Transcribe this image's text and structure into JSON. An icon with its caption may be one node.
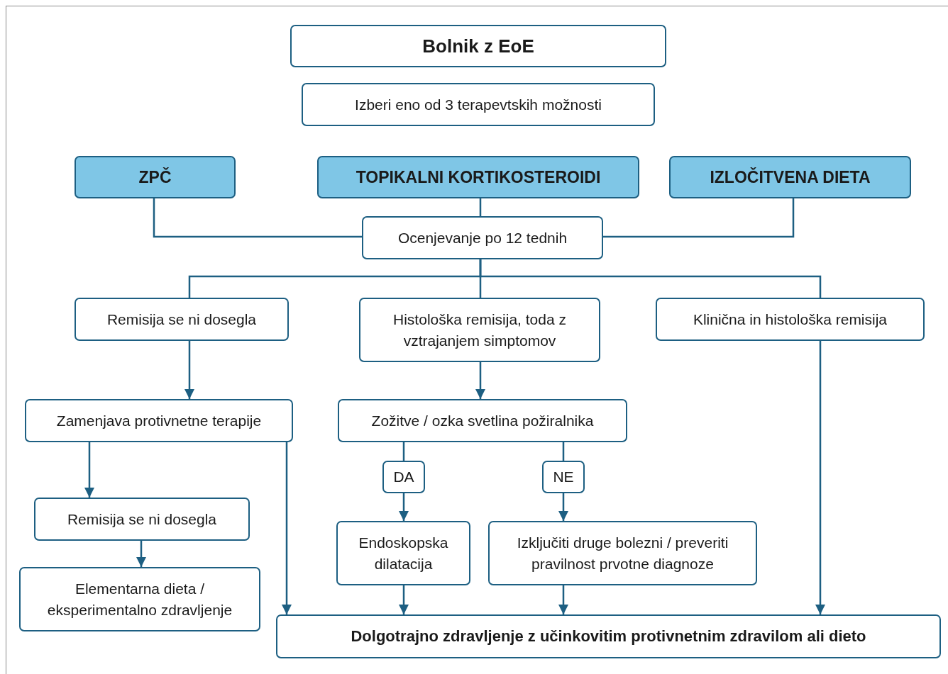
{
  "diagram": {
    "nodes": [
      {
        "text": [
          "Bolnik z EoE"
        ]
      },
      {
        "text": [
          "Izberi eno od 3 terapevtskih možnosti"
        ]
      },
      {
        "text": [
          "ZPČ"
        ]
      },
      {
        "text": [
          "TOPIKALNI KORTIKOSTEROIDI"
        ]
      },
      {
        "text": [
          "IZLOČITVENA DIETA"
        ]
      },
      {
        "text": [
          "Ocenjevanje po 12 tednih"
        ]
      },
      {
        "text": [
          "Remisija se ni dosegla"
        ]
      },
      {
        "text": [
          "Histološka remisija, toda z vztrajanjem simptomov"
        ]
      },
      {
        "text": [
          "Klinična in histološka remisija"
        ]
      },
      {
        "text": [
          "Zamenjava protivnetne terapije"
        ]
      },
      {
        "text": [
          "Zožitve / ozka svetlina požiralnika"
        ]
      },
      {
        "text": [
          "DA"
        ]
      },
      {
        "text": [
          "NE"
        ]
      },
      {
        "text": [
          "Remisija se ni dosegla"
        ]
      },
      {
        "text": [
          "Endoskopska dilatacija"
        ]
      },
      {
        "text": [
          "Izključiti druge bolezni / preveriti pravilnost prvotne diagnoze"
        ]
      },
      {
        "text": [
          "Elementarna dieta / eksperimentalno zdravljenje"
        ]
      },
      {
        "text": [
          "Dolgotrajno zdravljenje z učinkovitim protivnetnim zdravilom ali dieto"
        ]
      }
    ],
    "edges": [
      {
        "from": 2,
        "to": 5,
        "arrow": "none"
      },
      {
        "from": 3,
        "to": 5,
        "arrow": "none"
      },
      {
        "from": 4,
        "to": 5,
        "arrow": "none"
      },
      {
        "from": 5,
        "to": 6,
        "arrow": "none"
      },
      {
        "from": 5,
        "to": 7,
        "arrow": "none"
      },
      {
        "from": 5,
        "to": 8,
        "arrow": "none"
      },
      {
        "from": 6,
        "to": 9,
        "arrow": "to"
      },
      {
        "from": 7,
        "to": 10,
        "arrow": "to"
      },
      {
        "from": 8,
        "to": 17,
        "arrow": "to"
      },
      {
        "from": 9,
        "to": 13,
        "arrow": "to"
      },
      {
        "from": 9,
        "to": 17,
        "arrow": "to"
      },
      {
        "from": 13,
        "to": 16,
        "arrow": "to"
      },
      {
        "from": 10,
        "to": 11,
        "arrow": "none"
      },
      {
        "from": 10,
        "to": 12,
        "arrow": "none"
      },
      {
        "from": 11,
        "to": 14,
        "arrow": "to"
      },
      {
        "from": 12,
        "to": 15,
        "arrow": "to"
      },
      {
        "from": 14,
        "to": 17,
        "arrow": "to"
      },
      {
        "from": 15,
        "to": 17,
        "arrow": "to"
      }
    ]
  }
}
